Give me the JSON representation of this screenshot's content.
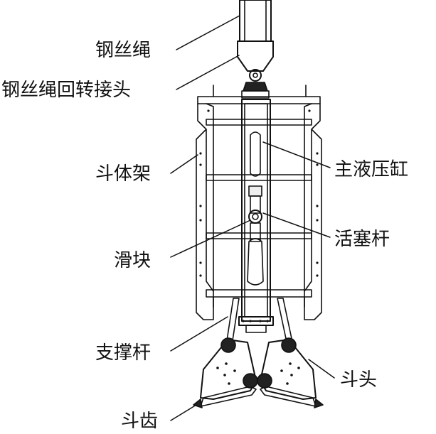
{
  "labels": {
    "wire_rope": "钢丝绳",
    "rope_swivel": "钢丝绳回转接头",
    "bucket_frame": "斗体架",
    "main_cylinder": "主液压缸",
    "piston_rod": "活塞杆",
    "slider": "滑块",
    "support_rod": "支撑杆",
    "bucket_head": "斗头",
    "bucket_teeth": "斗齿"
  },
  "colors": {
    "line": "#111111",
    "background": "#ffffff"
  }
}
